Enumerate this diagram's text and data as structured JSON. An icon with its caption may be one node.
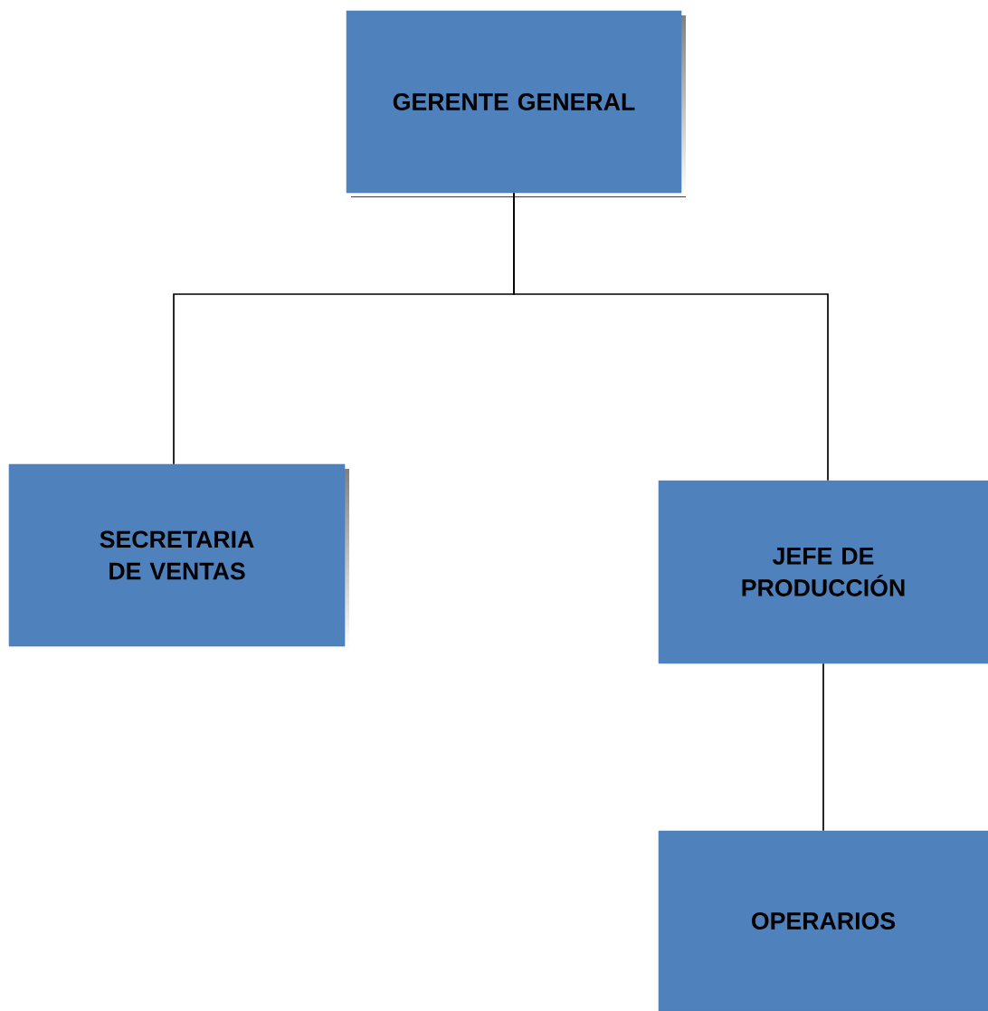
{
  "diagram": {
    "nodes": [
      {
        "text": [
          "GERENTE GENERAL"
        ]
      },
      {
        "text": [
          "SECRETARIA DE VENTAS"
        ]
      },
      {
        "text": [
          "JEFE DE PRODUCCIÓN"
        ]
      },
      {
        "text": [
          "OPERARIOS"
        ]
      }
    ],
    "edges": [
      {
        "from": 0,
        "to": 1,
        "arrow": "none"
      },
      {
        "from": 0,
        "to": 2,
        "arrow": "none"
      },
      {
        "from": 2,
        "to": 3,
        "arrow": "none"
      }
    ]
  }
}
